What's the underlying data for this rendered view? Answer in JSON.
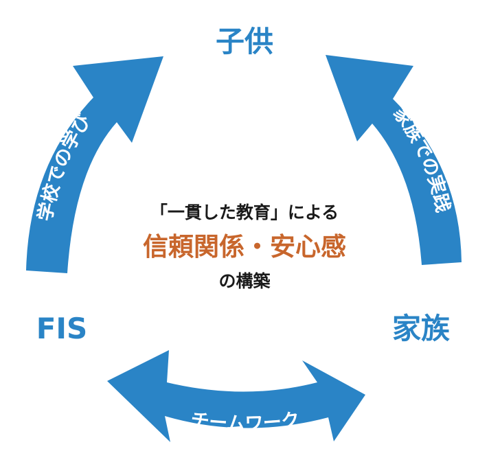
{
  "colors": {
    "primary_blue": "#2a84c6",
    "accent_orange": "#c8662c",
    "text_dark": "#1a1a1a",
    "arrow_text": "#ffffff",
    "background": "#ffffff"
  },
  "nodes": {
    "child": "子供",
    "fis": "FIS",
    "family": "家族"
  },
  "arrows": {
    "school_learning": "学校での学び",
    "family_practice": "家族での実践",
    "teamwork": "チームワーク"
  },
  "center": {
    "line1": "「一貫した教育」による",
    "line2": "信頼関係・安心感",
    "line3": "の構築"
  }
}
